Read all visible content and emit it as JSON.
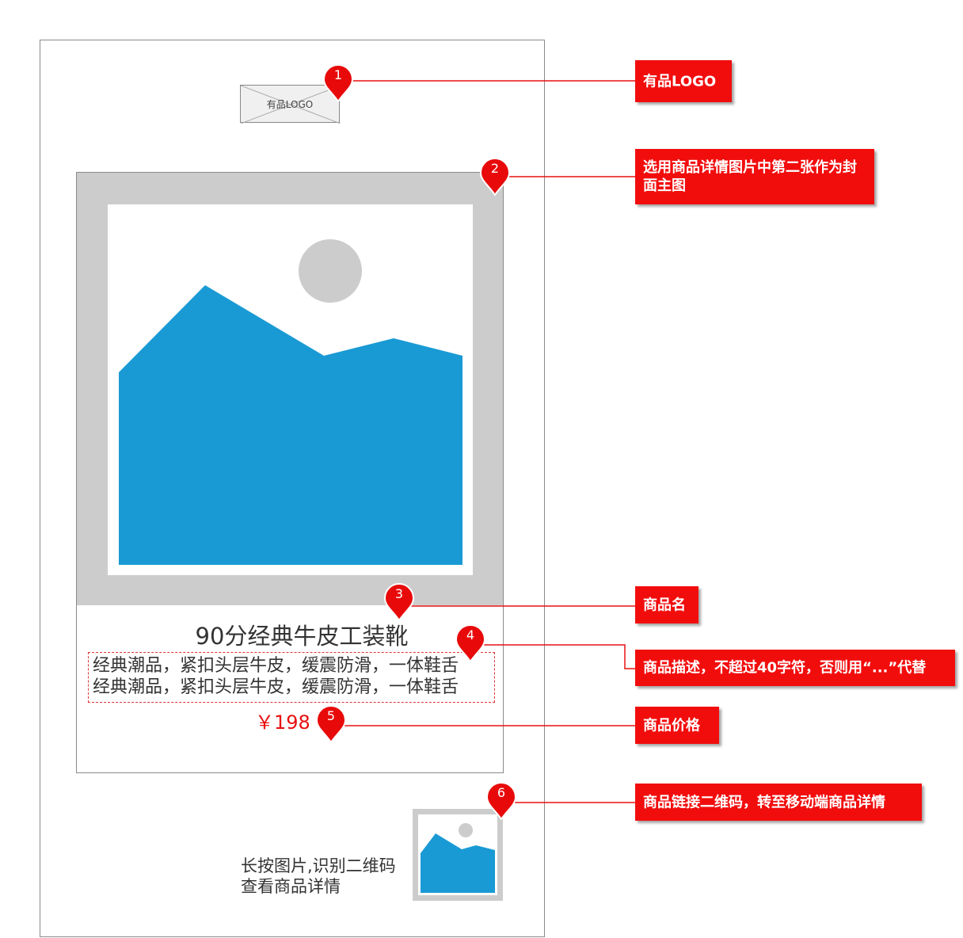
{
  "logo": {
    "label": "有品LOGO"
  },
  "product": {
    "name": "90分经典牛皮工装靴",
    "description_lines": [
      "经典潮品，紧扣头层牛皮，缓震防滑，一体鞋舌",
      "经典潮品，紧扣头层牛皮，缓震防滑，一体鞋舌"
    ],
    "price": "￥198"
  },
  "qr": {
    "hint_lines": [
      "长按图片,识别二维码",
      "查看商品详情"
    ]
  },
  "markers": [
    "1",
    "2",
    "3",
    "4",
    "5",
    "6"
  ],
  "callouts": [
    {
      "id": "1",
      "text": "有品LOGO"
    },
    {
      "id": "2",
      "text": "选用商品详情图片中第二张作为封面主图"
    },
    {
      "id": "3",
      "text": "商品名"
    },
    {
      "id": "4",
      "text": "商品描述，不超过40字符，否则用“...”代替"
    },
    {
      "id": "5",
      "text": "商品价格"
    },
    {
      "id": "6",
      "text": "商品链接二维码，转至移动端商品详情"
    }
  ],
  "colors": {
    "accent": "#f20d0d",
    "image_placeholder_blue": "#1a9ad4",
    "image_placeholder_gray": "#cccccc"
  }
}
